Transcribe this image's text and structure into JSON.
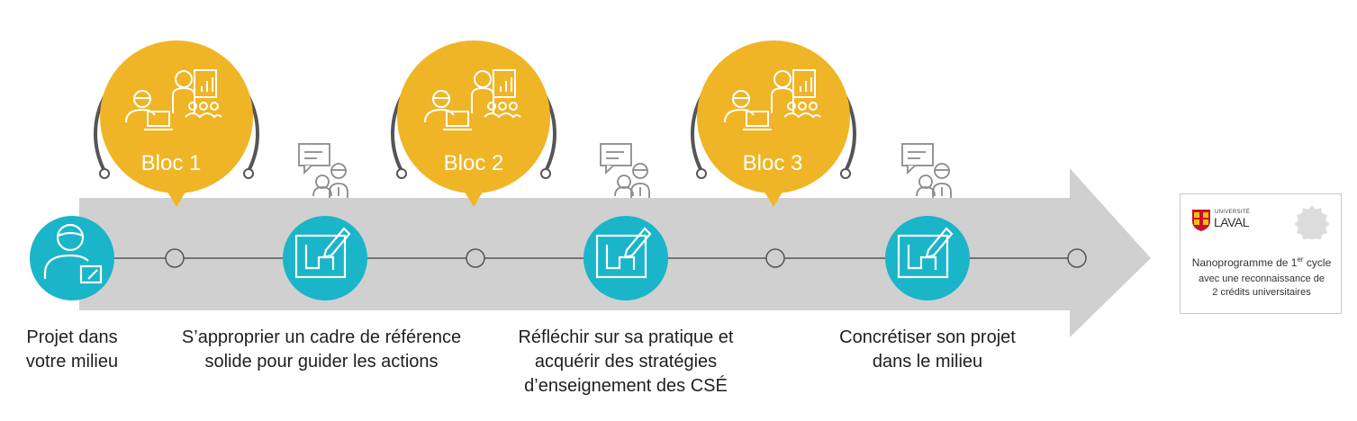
{
  "colors": {
    "arrow": "#d0d0d0",
    "teal": "#1ab5c8",
    "gold": "#efb526",
    "arc": "#555555",
    "node": "#cfcfcf"
  },
  "blocs": [
    {
      "label": "Bloc 1"
    },
    {
      "label": "Bloc 2"
    },
    {
      "label": "Bloc 3"
    }
  ],
  "captions": [
    {
      "lines": [
        "Projet dans",
        "votre milieu"
      ]
    },
    {
      "lines": [
        "S’approprier un cadre de référence",
        "solide pour guider les actions"
      ]
    },
    {
      "lines": [
        "Réfléchir sur sa pratique et",
        "acquérir des stratégies",
        "d’enseignement des CSÉ"
      ]
    },
    {
      "lines": [
        "Concrétiser son projet",
        "dans le milieu"
      ]
    }
  ],
  "badge": {
    "logo_top": "UNIVERSITÉ",
    "logo_main": "LAVAL",
    "line1_main": "Nanoprogramme de 1",
    "line1_sup": "er",
    "line1_end": " cycle",
    "line2": "avec une reconnaissance de",
    "line3": "2 crédits universitaires"
  },
  "icons": {
    "start": "person-project-icon",
    "bloc": "teacher-classroom-icon",
    "step": "drawing-board-icon",
    "discussion": "discussion-people-icon",
    "seal": "seal-icon"
  }
}
